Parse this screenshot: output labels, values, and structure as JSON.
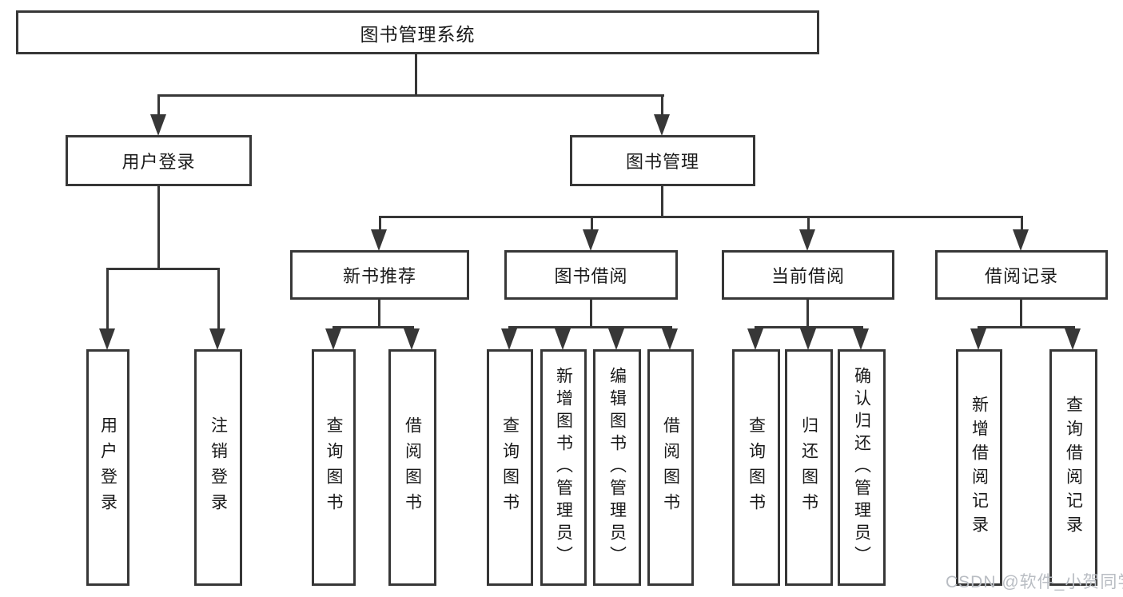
{
  "nodes": {
    "root": "图书管理系统",
    "user_login": "用户登录",
    "book_mgmt": "图书管理",
    "new_rec": "新书推荐",
    "book_borrow": "图书借阅",
    "current_borrow": "当前借阅",
    "borrow_record": "借阅记录",
    "leaf_user_login": "用户登录",
    "leaf_logout": "注销登录",
    "rec_query": "查询图书",
    "rec_borrow": "借阅图书",
    "bb_query": "查询图书",
    "bb_add": "新增图书（管理员）",
    "bb_edit": "编辑图书（管理员）",
    "bb_borrow": "借阅图书",
    "cb_query": "查询图书",
    "cb_return": "归还图书",
    "cb_confirm": "确认归还（管理员）",
    "br_add": "新增借阅记录",
    "br_query": "查询借阅记录"
  },
  "watermark": "CSDN @软件_小贺同学",
  "colors": {
    "line": "#373737",
    "text": "#1a1a1a",
    "watermark": "#b9bdc3",
    "background": "#ffffff"
  }
}
